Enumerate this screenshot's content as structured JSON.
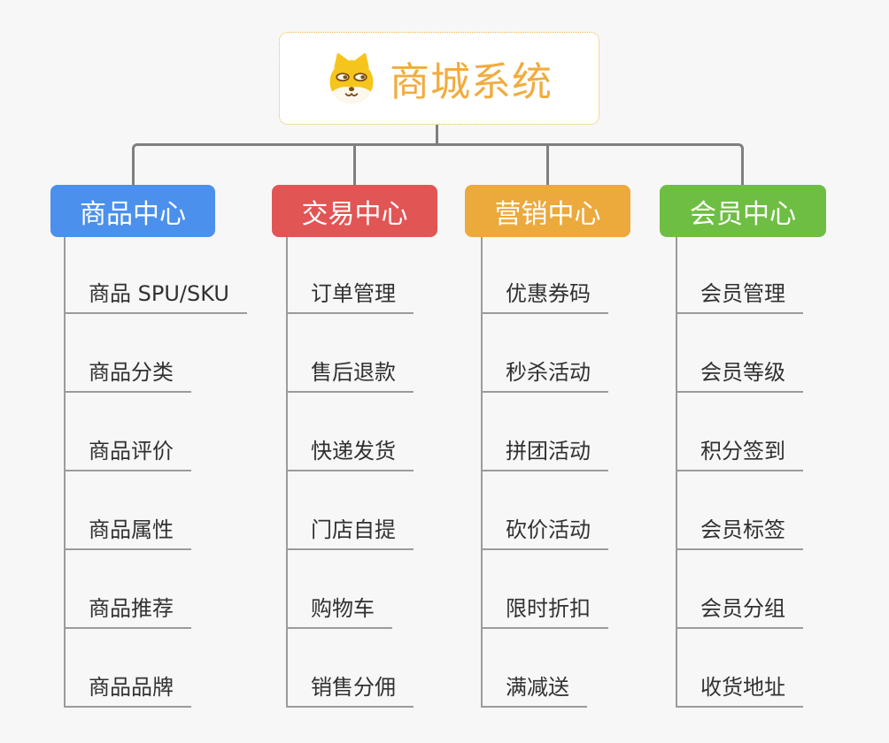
{
  "canvas": {
    "background": "#f7f7f7"
  },
  "root": {
    "label": "商城系统",
    "icon": "doge-face-icon",
    "text_color": "#f0ac40",
    "border_color": "#f2b14a"
  },
  "connector_color": "#7f7f7f",
  "underline_color": "#9b9b9b",
  "branches": [
    {
      "label": "商品中心",
      "color": "#4a90ec",
      "children": [
        "商品 SPU/SKU",
        "商品分类",
        "商品评价",
        "商品属性",
        "商品推荐",
        "商品品牌"
      ]
    },
    {
      "label": "交易中心",
      "color": "#e25555",
      "children": [
        "订单管理",
        "售后退款",
        "快递发货",
        "门店自提",
        "购物车",
        "销售分佣"
      ]
    },
    {
      "label": "营销中心",
      "color": "#eca93c",
      "children": [
        "优惠券码",
        "秒杀活动",
        "拼团活动",
        "砍价活动",
        "限时折扣",
        "满减送"
      ]
    },
    {
      "label": "会员中心",
      "color": "#6fbe44",
      "children": [
        "会员管理",
        "会员等级",
        "积分签到",
        "会员标签",
        "会员分组",
        "收货地址"
      ]
    }
  ]
}
